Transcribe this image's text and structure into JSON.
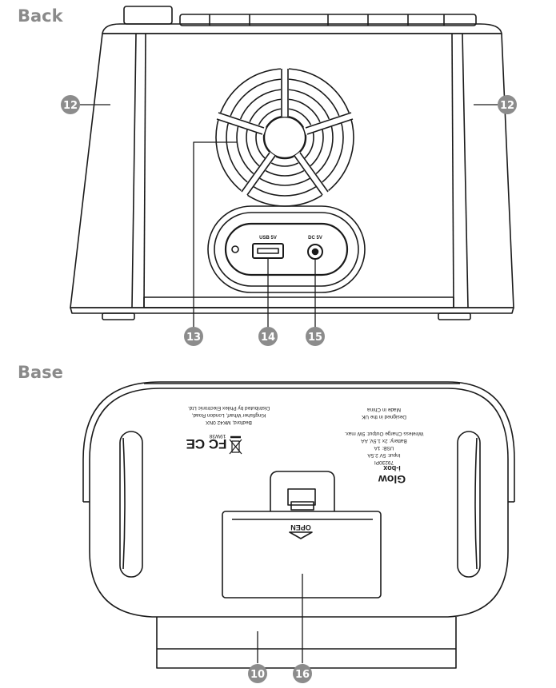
{
  "sections": {
    "back": "Back",
    "base": "Base"
  },
  "back_labels": {
    "usb": "USB 5V",
    "dc": "DC 5V"
  },
  "callouts": {
    "c12a": "12",
    "c12b": "12",
    "c13": "13",
    "c14": "14",
    "c15": "15",
    "c10": "10",
    "c16": "16"
  },
  "base_text": {
    "distributor_1": "Distributed by Philex Electronic Ltd.",
    "distributor_2": "Kingfisher Wharf, London Road,",
    "distributor_3": "Bedford, MK42 0NX",
    "batch": "19W38",
    "origin_1": "Made in China",
    "origin_2": "Designed in the UK",
    "spec_1": "Wireless Charge Output: 5W max.",
    "spec_2": "Battery: 2x 1.5V, AA",
    "spec_3": "USB: 1A",
    "spec_4": "Input: 5V 2.5A",
    "spec_5": "79230PI",
    "brand": "i-box",
    "product": "Glow",
    "marks": "FC CE",
    "open": "OPEN"
  },
  "colors": {
    "callout_fill": "#8c8c8c",
    "line": "#1a1a1a",
    "title": "#8a8a8a"
  }
}
